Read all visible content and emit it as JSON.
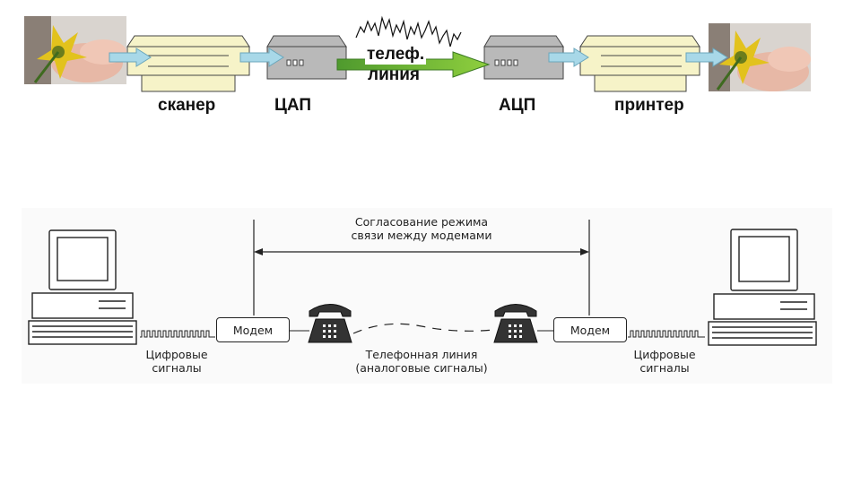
{
  "top_section": {
    "devices": [
      "сканер",
      "ЦАП",
      "АЦП",
      "принтер"
    ],
    "line_label_1": "телеф.",
    "line_label_2": "линия"
  },
  "bottom_section": {
    "negotiation_label_1": "Согласование режима",
    "negotiation_label_2": "связи между модемами",
    "modem_left": "Модем",
    "modem_right": "Модем",
    "digital_left_1": "Цифровые",
    "digital_left_2": "сигналы",
    "digital_right_1": "Цифровые",
    "digital_right_2": "сигналы",
    "phone_line_1": "Телефонная линия",
    "phone_line_2": "(аналоговые сигналы)"
  },
  "colors": {
    "arrow_light": "#a8d8e8",
    "arrow_green": "#6ab04c",
    "device_face": "#f6f3c8",
    "converter_grey": "#b9b9b9"
  },
  "icons": [
    "hand-with-flower-photo",
    "scanner-icon",
    "converter-icon",
    "printer-icon",
    "computer-icon",
    "telephone-icon"
  ]
}
